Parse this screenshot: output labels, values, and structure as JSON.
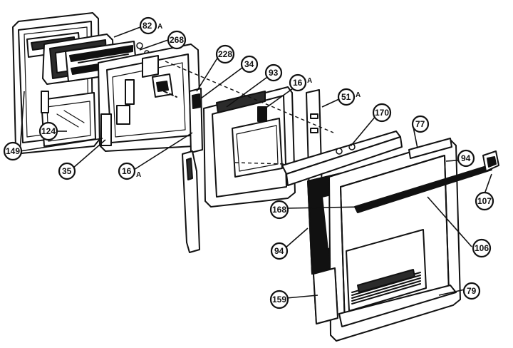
{
  "callouts": [
    {
      "id": "82",
      "num": "82",
      "suffix": "A"
    },
    {
      "id": "268",
      "num": "268",
      "suffix": ""
    },
    {
      "id": "228",
      "num": "228",
      "suffix": ""
    },
    {
      "id": "34",
      "num": "34",
      "suffix": ""
    },
    {
      "id": "93",
      "num": "93",
      "suffix": ""
    },
    {
      "id": "16a-top",
      "num": "16",
      "suffix": "A"
    },
    {
      "id": "51",
      "num": "51",
      "suffix": "A"
    },
    {
      "id": "170",
      "num": "170",
      "suffix": ""
    },
    {
      "id": "77",
      "num": "77",
      "suffix": ""
    },
    {
      "id": "94-right",
      "num": "94",
      "suffix": ""
    },
    {
      "id": "107",
      "num": "107",
      "suffix": ""
    },
    {
      "id": "149",
      "num": "149",
      "suffix": ""
    },
    {
      "id": "124",
      "num": "124",
      "suffix": ""
    },
    {
      "id": "35",
      "num": "35",
      "suffix": ""
    },
    {
      "id": "16a-bottom",
      "num": "16",
      "suffix": "A"
    },
    {
      "id": "168",
      "num": "168",
      "suffix": ""
    },
    {
      "id": "94-left",
      "num": "94",
      "suffix": ""
    },
    {
      "id": "106",
      "num": "106",
      "suffix": ""
    },
    {
      "id": "159",
      "num": "159",
      "suffix": ""
    },
    {
      "id": "79",
      "num": "79",
      "suffix": ""
    }
  ]
}
